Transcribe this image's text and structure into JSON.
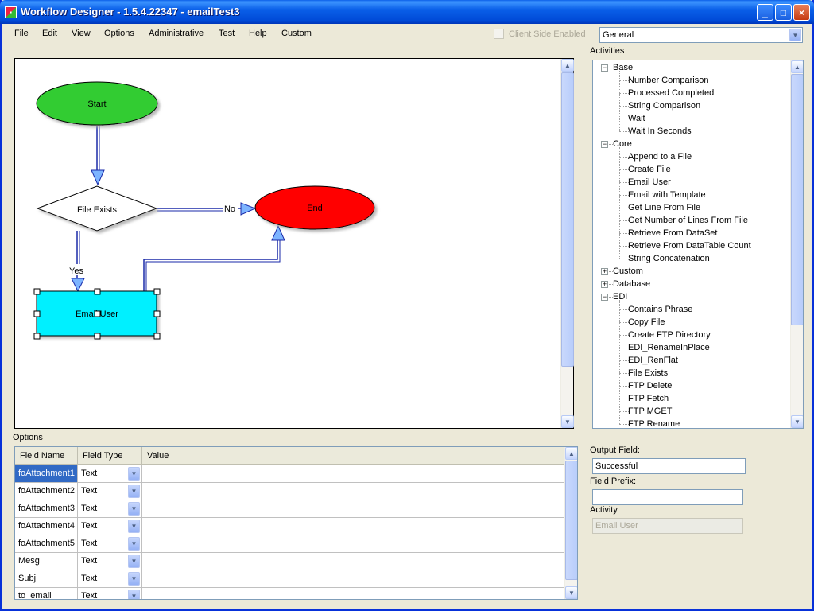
{
  "window": {
    "title": "Workflow Designer - 1.5.4.22347 - emailTest3",
    "minimize": "_",
    "maximize": "□",
    "close": "×"
  },
  "menu": [
    "File",
    "Edit",
    "View",
    "Options",
    "Administrative",
    "Test",
    "Help",
    "Custom"
  ],
  "client_side": {
    "label": "Client Side Enabled",
    "checked": false,
    "enabled": false
  },
  "category_combo": {
    "selected": "General"
  },
  "activities": {
    "label": "Activities",
    "groups": [
      {
        "name": "Base",
        "expanded": true,
        "items": [
          "Number Comparison",
          "Processed Completed",
          "String Comparison",
          "Wait",
          "Wait In Seconds"
        ]
      },
      {
        "name": "Core",
        "expanded": true,
        "items": [
          "Append to a File",
          "Create File",
          "Email User",
          "Email with Template",
          "Get Line From File",
          "Get Number of Lines From File",
          "Retrieve From DataSet",
          "Retrieve From DataTable Count",
          "String Concatenation"
        ]
      },
      {
        "name": "Custom",
        "expanded": false,
        "items": []
      },
      {
        "name": "Database",
        "expanded": false,
        "items": []
      },
      {
        "name": "EDI",
        "expanded": true,
        "items": [
          "Contains Phrase",
          "Copy File",
          "Create FTP Directory",
          "EDI_RenameInPlace",
          "EDI_RenFlat",
          "File Exists",
          "FTP Delete",
          "FTP Fetch",
          "FTP MGET",
          "FTP Rename"
        ]
      }
    ]
  },
  "diagram": {
    "nodes": {
      "start": "Start",
      "file_exists": "File Exists",
      "end": "End",
      "email_user": "Email User"
    },
    "edge_labels": {
      "no": "No",
      "yes": "Yes"
    },
    "colors": {
      "start": "#33cc33",
      "end": "#ff0000",
      "email_user": "#00f0ff",
      "decision": "#ffffff",
      "connector": "#1a2aa8",
      "arrow": "#7db4ff"
    }
  },
  "options": {
    "label": "Options",
    "columns": [
      "Field Name",
      "Field Type",
      "Value"
    ],
    "rows": [
      {
        "name": "foAttachment1",
        "type": "Text",
        "value": "",
        "selected": true
      },
      {
        "name": "foAttachment2",
        "type": "Text",
        "value": ""
      },
      {
        "name": "foAttachment3",
        "type": "Text",
        "value": ""
      },
      {
        "name": "foAttachment4",
        "type": "Text",
        "value": ""
      },
      {
        "name": "foAttachment5",
        "type": "Text",
        "value": ""
      },
      {
        "name": "Mesg",
        "type": "Text",
        "value": ""
      },
      {
        "name": "Subj",
        "type": "Text",
        "value": ""
      },
      {
        "name": "to_email",
        "type": "Text",
        "value": ""
      }
    ]
  },
  "right_fields": {
    "output_label": "Output Field:",
    "output_value": "Successful",
    "prefix_label": "Field Prefix:",
    "prefix_value": "",
    "activity_label": "Activity",
    "activity_value": "Email User"
  }
}
